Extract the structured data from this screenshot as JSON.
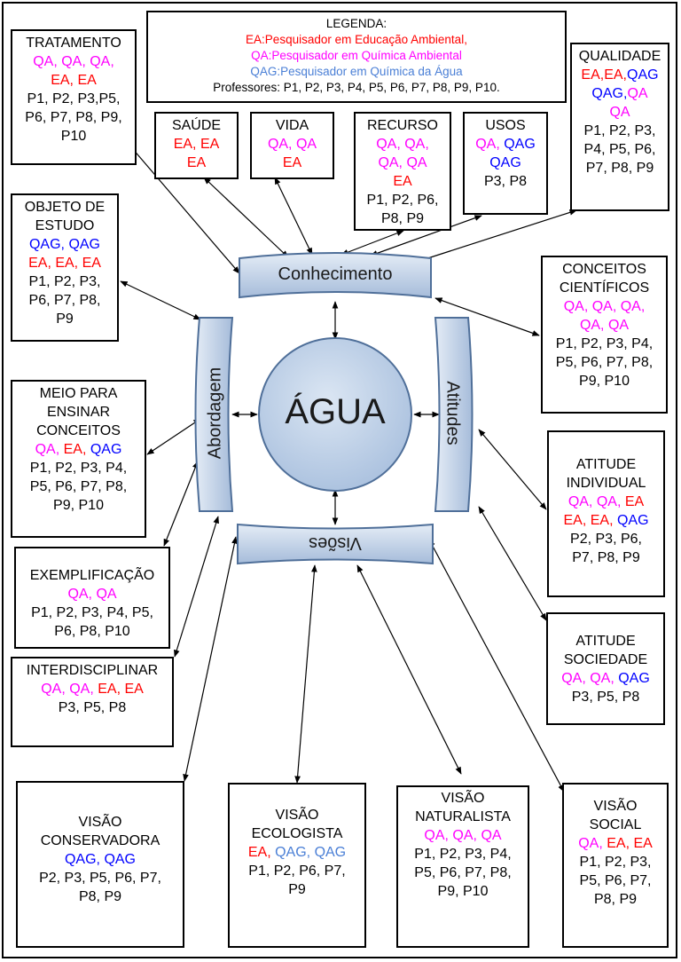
{
  "center": "ÁGUA",
  "axes": {
    "top": "Conhecimento",
    "left": "Abordagem",
    "right": "Atitudes",
    "bottom": "Visões"
  },
  "legend": {
    "title": "LEGENDA:",
    "ea": "EA:Pesquisador em Educação Ambiental,",
    "qa": "QA:Pesquisador em Química Ambiental",
    "qag": "QAG:Pesquisador em Química da Água",
    "professors": "Professores: P1, P2, P3, P4, P5, P6, P7, P8, P9, P10."
  },
  "colors": {
    "EA": "#ff0000",
    "QA": "#ff00ff",
    "QAG": "#0000ff",
    "QAG_light": "#4a7fd6",
    "shape_fill": "#b8cce4",
    "shape_stroke": "#4f6f99"
  },
  "boxes": {
    "tratamento": {
      "title": "TRATAMENTO",
      "r1": "QA, QA, QA,",
      "r2": "EA, EA",
      "p1": "P1, P2, P3,P5,",
      "p2": "P6, P7, P8, P9,",
      "p3": "P10"
    },
    "saude": {
      "title": "SAÚDE",
      "r1": "EA, EA",
      "r2": "EA"
    },
    "vida": {
      "title": "VIDA",
      "r1": "QA, QA",
      "r2": "EA"
    },
    "recurso": {
      "title": "RECURSO",
      "r1": "QA, QA,",
      "r2": "QA, QA",
      "r3": "EA",
      "p1": "P1, P2, P6,",
      "p2": "P8, P9"
    },
    "usos": {
      "title": "USOS",
      "r1a": "QA, ",
      "r1b": "QAG",
      "r2": "QAG",
      "p1": "P3, P8"
    },
    "qualidade": {
      "title": "QUALIDADE",
      "r1a": "EA,EA,",
      "r1b": "QAG",
      "r2a": "QAG,",
      "r2b": "QA",
      "r3": "QA",
      "p1": "P1, P2, P3,",
      "p2": "P4, P5, P6,",
      "p3": "P7, P8, P9"
    },
    "objeto": {
      "t1": "OBJETO DE",
      "t2": "ESTUDO",
      "r1": "QAG, QAG",
      "r2": "EA, EA, EA",
      "p1": "P1, P2, P3,",
      "p2": "P6, P7, P8,",
      "p3": "P9"
    },
    "conceitos": {
      "t1": "CONCEITOS",
      "t2": "CIENTÍFICOS",
      "r1": "QA, QA, QA,",
      "r2": "QA, QA",
      "p1": "P1, P2, P3, P4,",
      "p2": "P5, P6, P7, P8,",
      "p3": "P9, P10"
    },
    "meio": {
      "t1": "MEIO PARA",
      "t2": "ENSINAR",
      "t3": "CONCEITOS",
      "r1a": "QA, ",
      "r1b": "EA, ",
      "r1c": "QAG",
      "p1": "P1, P2, P3, P4,",
      "p2": "P5, P6, P7, P8,",
      "p3": "P9, P10"
    },
    "exemplificacao": {
      "title": "EXEMPLIFICAÇÃO",
      "r1": "QA, QA",
      "p1": "P1, P2, P3, P4, P5,",
      "p2": "P6,  P8,  P10"
    },
    "interdisciplinar": {
      "title": "INTERDISCIPLINAR",
      "r1a": "QA, QA, ",
      "r1b": "EA, EA",
      "p1": "P3, P5, P8"
    },
    "atitude_individual": {
      "t1": "ATITUDE",
      "t2": "INDIVIDUAL",
      "r1a": "QA, QA, ",
      "r1b": "EA",
      "r2a": "EA, EA, ",
      "r2b": "QAG",
      "p1": "P2, P3, P6,",
      "p2": "P7, P8, P9"
    },
    "atitude_sociedade": {
      "t1": "ATITUDE",
      "t2": "SOCIEDADE",
      "r1a": "QA, QA, ",
      "r1b": "QAG",
      "p1": "P3, P5, P8"
    },
    "visao_conservadora": {
      "t1": "VISÃO",
      "t2": "CONSERVADORA",
      "r1": "QAG, QAG",
      "p1": "P2, P3, P5, P6, P7,",
      "p2": "P8, P9"
    },
    "visao_ecologista": {
      "t1": "VISÃO",
      "t2": "ECOLOGISTA",
      "r1a": "EA, ",
      "r1b": "QAG, QAG",
      "p1": "P1, P2, P6, P7,",
      "p2": "P9"
    },
    "visao_naturalista": {
      "t1": "VISÃO",
      "t2": "NATURALISTA",
      "r1": "QA, QA, QA",
      "p1": "P1, P2, P3, P4,",
      "p2": "P5, P6, P7, P8,",
      "p3": "P9, P10"
    },
    "visao_social": {
      "t1": "VISÃO",
      "t2": "SOCIAL",
      "r1a": "QA, ",
      "r1b": "EA, EA",
      "p1": "P1, P2, P3,",
      "p2": "P5, P6, P7,",
      "p3": "P8, P9"
    }
  }
}
